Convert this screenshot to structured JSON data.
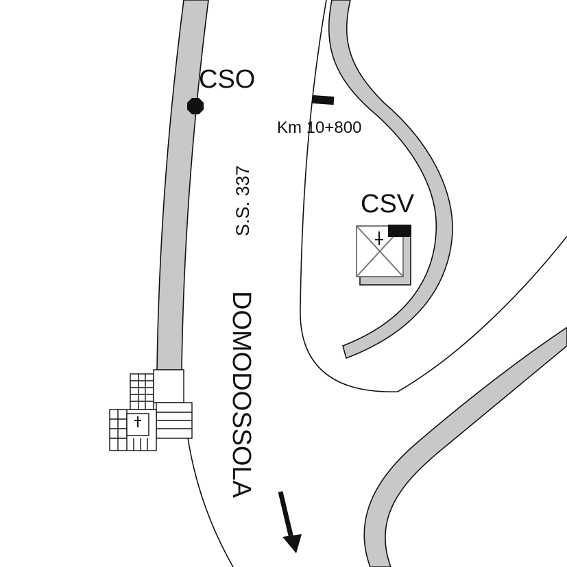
{
  "labels": {
    "cso": "CSO",
    "csv": "CSV",
    "km_marker": "Km 10+800",
    "road_name": "S.S. 337",
    "direction": "DOMODOSSOLA"
  },
  "colors": {
    "gray_band": "#c8c8c8",
    "ink": "#111111",
    "building_outline": "#777777"
  },
  "icons": {
    "cso_marker": "filled-octagon-icon",
    "km_marker": "black-bar-icon",
    "church": "church-cross-icon",
    "direction": "arrow-down-icon"
  }
}
